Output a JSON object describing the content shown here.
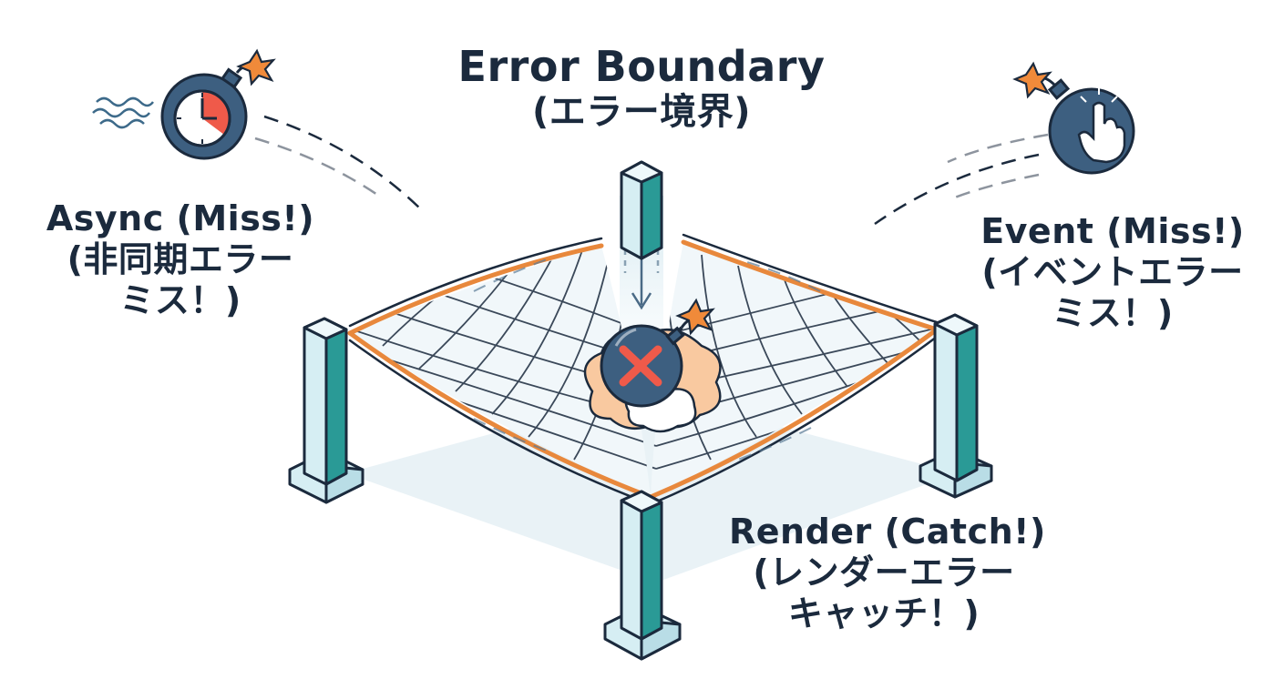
{
  "title": {
    "en": "Error Boundary",
    "jp": "(エラー境界)"
  },
  "async": {
    "line1": "Async (Miss!)",
    "line2": "(非同期エラー",
    "line3": "ミス！)"
  },
  "event": {
    "line1": "Event (Miss!)",
    "line2": "(イベントエラー",
    "line3": "ミス！)"
  },
  "render": {
    "line1": "Render (Catch!)",
    "line2": "(レンダーエラー",
    "line3": "キャッチ！)"
  },
  "colors": {
    "outline": "#1b2a3d",
    "bomb": "#3d5f80",
    "net_rope": "#e8883c",
    "pillar": "#2a9a96",
    "pillar_light": "#d6eef3",
    "spark": "#f08a3a",
    "cross": "#ef5a4a",
    "cloud": "#f9c9a0"
  },
  "icons": {
    "async_bomb": "stopwatch-bomb-icon",
    "event_bomb": "pointer-hand-bomb-icon",
    "caught_bomb": "x-mark-bomb-icon"
  }
}
